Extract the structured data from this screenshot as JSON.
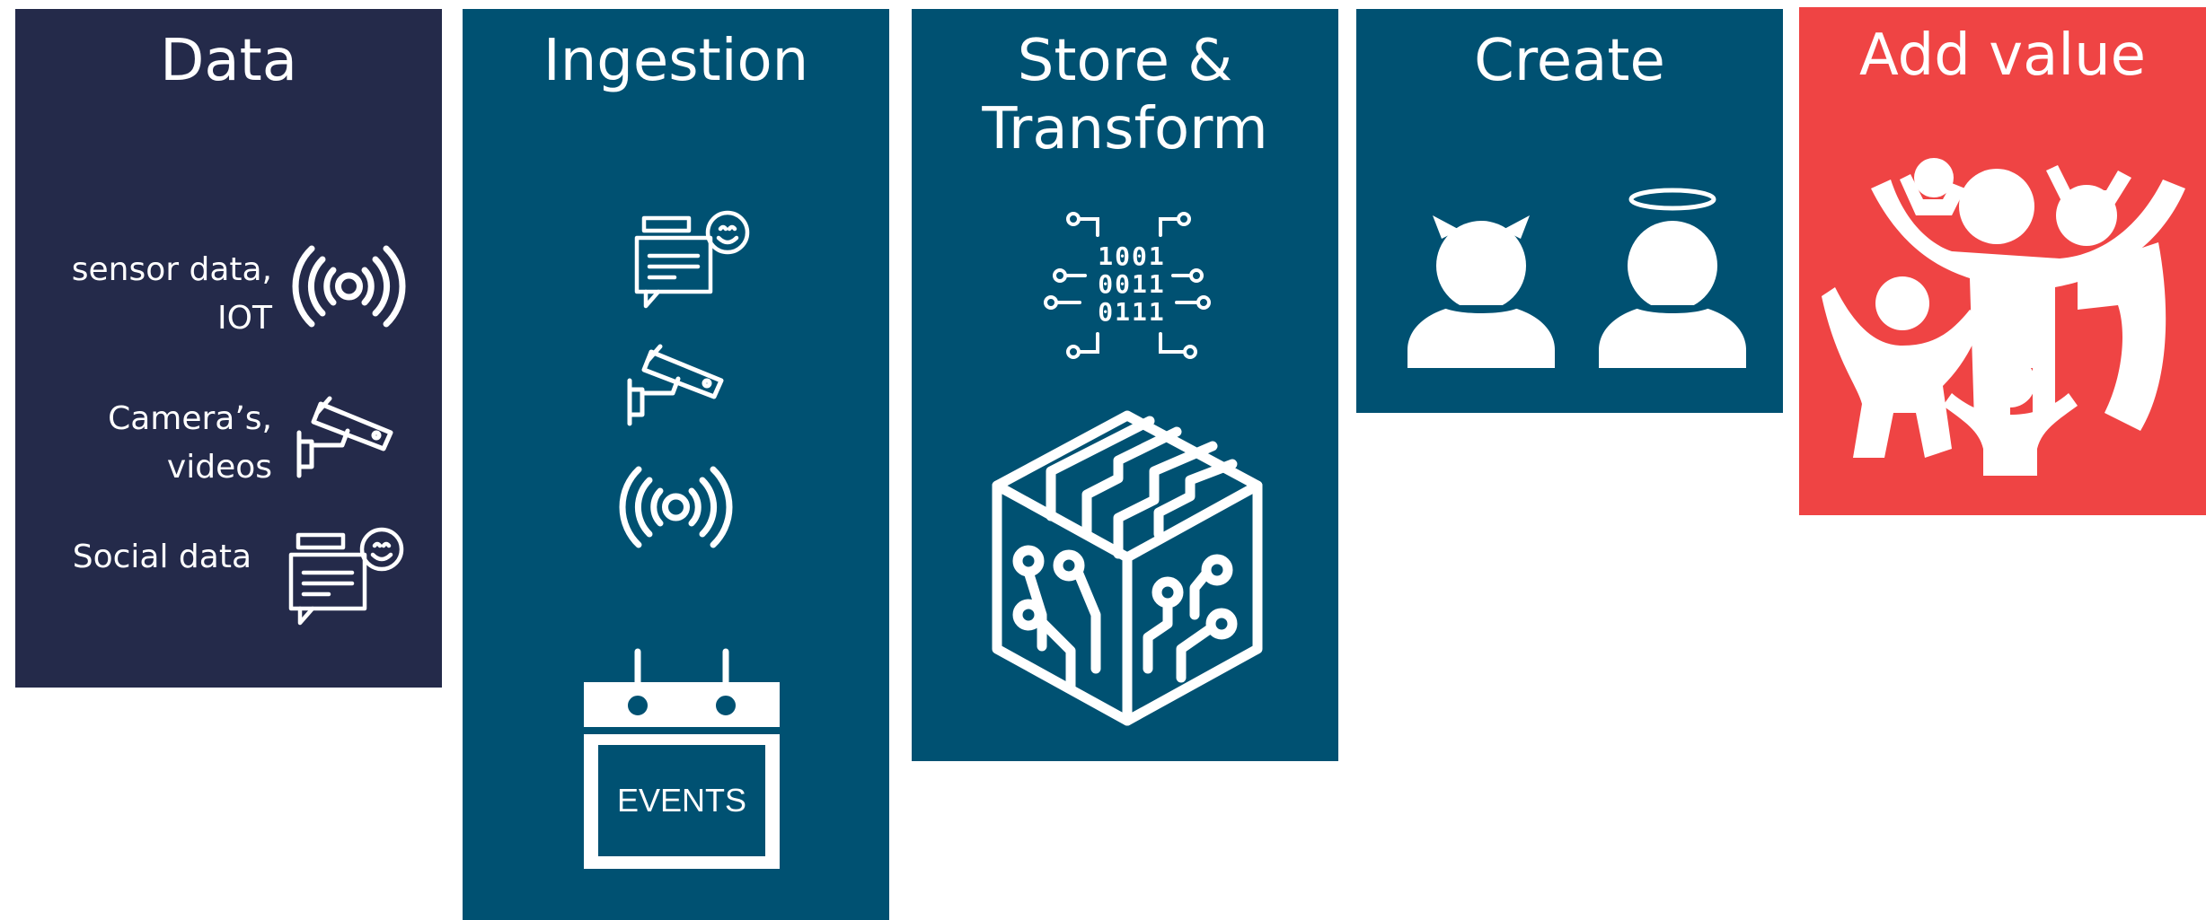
{
  "colors": {
    "data_panel": "#242a4a",
    "teal_panel": "#005172",
    "value_panel": "#ef4444",
    "foreground": "#ffffff"
  },
  "panels": {
    "data": {
      "title": "Data",
      "items": [
        {
          "label_line1": "sensor data,",
          "label_line2": "IOT",
          "icon": "wireless-signal-icon"
        },
        {
          "label_line1": "Camera’s,",
          "label_line2": "videos",
          "icon": "security-camera-icon"
        },
        {
          "label_line1": "Social data",
          "label_line2": "",
          "icon": "chat-bubbles-icon"
        }
      ]
    },
    "ingestion": {
      "title": "Ingestion",
      "icons": [
        "chat-bubbles-icon",
        "security-camera-icon",
        "wireless-signal-icon",
        "events-calendar-icon"
      ],
      "events_label": "EVENTS"
    },
    "store": {
      "title_line1": "Store &",
      "title_line2": "Transform",
      "binary_rows": [
        "1001",
        "0011",
        "0111"
      ],
      "icons": [
        "binary-circuit-icon",
        "circuit-cube-icon"
      ]
    },
    "create": {
      "title": "Create",
      "icons": [
        "devil-person-icon",
        "angel-person-icon"
      ]
    },
    "value": {
      "title": "Add value",
      "icons": [
        "celebrating-people-icon"
      ]
    }
  }
}
